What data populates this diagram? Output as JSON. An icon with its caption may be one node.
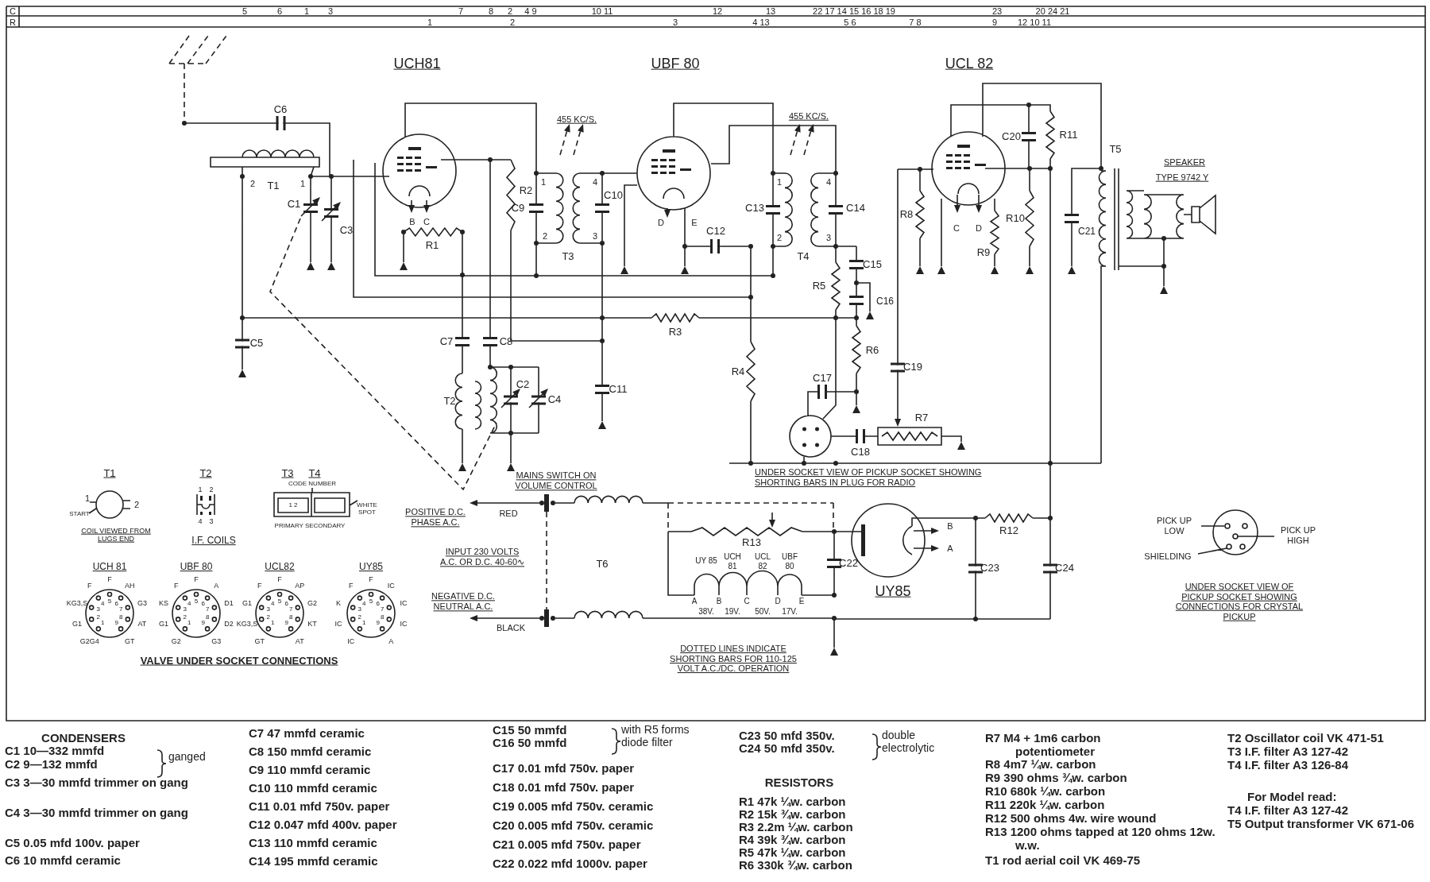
{
  "diagram": {
    "labels": [
      "C",
      "5",
      "6",
      "1",
      "3",
      "7",
      "8",
      "2",
      "4 9",
      "10 11",
      "12",
      "13",
      "22 17 14 15 16 18 19",
      "23",
      "20 24 21",
      "R",
      "1",
      "2",
      "3",
      "4 13",
      "5 6",
      "7 8",
      "9",
      "12 10 11",
      "UCH81",
      "UBF 80",
      "UCL 82",
      "C6",
      "2",
      "T1",
      "1",
      "C1",
      "C3",
      "B",
      "C",
      "R1",
      "R2",
      "455 KC/S.",
      "1",
      "4",
      "C9",
      "C10",
      "2",
      "3",
      "T3",
      "D",
      "E",
      "C12",
      "455 KC/S.",
      "1",
      "4",
      "C13",
      "C14",
      "2",
      "3",
      "T4",
      "C15",
      "R5",
      "C16",
      "R6",
      "C17",
      "R4",
      "C19",
      "R7",
      "C18",
      "C20",
      "R11",
      "T5",
      "SPEAKER",
      "TYPE 9742 Y",
      "C",
      "D",
      "R8",
      "R9",
      "R10",
      "C21",
      "C5",
      "R3",
      "C7",
      "C8",
      "C11",
      "T2",
      "C2",
      "C4",
      "T1",
      "1",
      "START",
      "2",
      "COIL VIEWED FROM LUGS END",
      "T2",
      "1",
      "2",
      "4",
      "3",
      "I.F. COILS",
      "T3",
      "T4",
      "CODE NUMBER",
      "1 2",
      "WHITE SPOT",
      "PRIMARY SECONDARY",
      "UCH 81",
      "G2G4",
      "G1",
      "KG3,S",
      "F",
      "F",
      "AH",
      "G3",
      "AT",
      "GT",
      "1",
      "2",
      "3",
      "4",
      "5",
      "6",
      "7",
      "8",
      "9",
      "UBF 80",
      "G2",
      "G1",
      "KS",
      "F",
      "F",
      "A",
      "D1",
      "D2",
      "G3",
      "1",
      "2",
      "3",
      "4",
      "5",
      "6",
      "7",
      "8",
      "9",
      "UCL82",
      "GT",
      "KG3,S",
      "G1",
      "F",
      "F",
      "AP",
      "G2",
      "KT",
      "AT",
      "1",
      "2",
      "3",
      "4",
      "5",
      "6",
      "7",
      "8",
      "9",
      "UY85",
      "IC",
      "IC",
      "K",
      "F",
      "F",
      "IC",
      "IC",
      "IC",
      "A",
      "1",
      "2",
      "3",
      "4",
      "5",
      "6",
      "7",
      "8",
      "9",
      "VALVE UNDER SOCKET CONNECTIONS",
      "MAINS SWITCH ON VOLUME CONTROL",
      "POSITIVE D.C. PHASE A.C.",
      "RED",
      "INPUT 230 VOLTS A.C. OR D.C. 40-60∿",
      "T6",
      "NEGATIVE D.C. NEUTRAL A.C.",
      "BLACK",
      "UY 85",
      "UCH 81",
      "UCL 82",
      "UBF 80",
      "A",
      "B",
      "C",
      "D",
      "E",
      "38V.",
      "19V.",
      "50V.",
      "17V.",
      "R13",
      "DOTTED LINES INDICATE SHORTING BARS FOR 110-125 VOLT A.C./DC. OPERATION",
      "UNDER SOCKET VIEW OF PICKUP SOCKET SHOWING SHORTING BARS IN PLUG FOR RADIO",
      "UY85",
      "B",
      "A",
      "R12",
      "C22",
      "C23",
      "C24",
      "PICK UP LOW",
      "PICK UP HIGH",
      "SHIELDING",
      "UNDER SOCKET VIEW OF PICKUP SOCKET SHOWING CONNECTIONS FOR CRYSTAL PICKUP",
      "CONDENSERS",
      "C1 10—332 mmfd",
      "C2 9—132 mmfd",
      "ganged",
      "C3 3—30 mmfd trimmer on gang",
      "C4 3—30 mmfd trimmer on gang",
      "C5 0.05 mfd 100v. paper",
      "C6 10 mmfd ceramic",
      "C7 47 mmfd ceramic",
      "C8 150 mmfd ceramic",
      "C9 110 mmfd ceramic",
      "C10 110 mmfd ceramic",
      "C11 0.01 mfd 750v. paper",
      "C12 0.047 mfd 400v. paper",
      "C13 110 mmfd ceramic",
      "C14 195 mmfd ceramic",
      "C15 50 mmfd",
      "C16 50 mmfd",
      "with R5 forms diode filter",
      "C17 0.01 mfd 750v. paper",
      "C18 0.01 mfd 750v. paper",
      "C19 0.005 mfd 750v. ceramic",
      "C20 0.005 mfd 750v. ceramic",
      "C21 0.005 mfd 750v. paper",
      "C22 0.022 mfd 1000v. paper",
      "C23 50 mfd 350v.",
      "C24 50 mfd 350v.",
      "double electrolytic",
      "RESISTORS",
      "R1 47k ¼w. carbon",
      "R2 15k ¾w. carbon",
      "R3 2.2m ¼w. carbon",
      "R4 39k ¾w. carbon",
      "R5 47k ¼w. carbon",
      "R6 330k ¾w. carbon",
      "R7 M4 + 1m6 carbon potentiometer",
      "R8 4m7 ¼w. carbon",
      "R9 390 ohms ¾w. carbon",
      "R10 680k ¼w. carbon",
      "R11 220k ¼w. carbon",
      "R12 500 ohms 4w. wire wound",
      "R13 1200 ohms tapped at 120 ohms 12w. w.w.",
      "T1 rod aerial coil VK 469-75",
      "T2 Oscillator coil VK 471-51",
      "T3 I.F. filter A3 127-42",
      "T4 I.F. filter A3 126-84",
      "For Model read:",
      "T4 I.F. filter A3 127-42",
      "T5 Output transformer VK 671-06"
    ]
  }
}
